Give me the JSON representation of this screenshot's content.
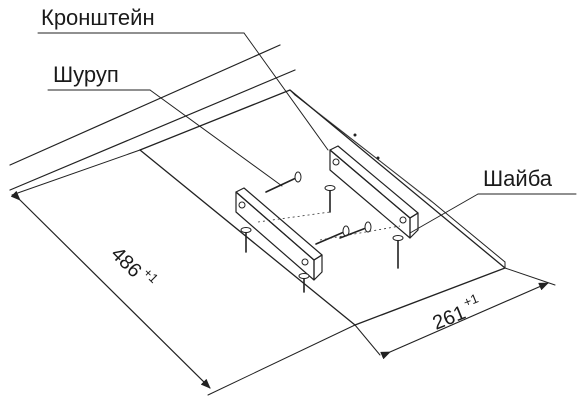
{
  "labels": {
    "bracket": "Кронштейн",
    "screw": "Шуруп",
    "washer": "Шайба"
  },
  "dimensions": {
    "length": {
      "value": "486",
      "tolerance": "+1"
    },
    "width": {
      "value": "261",
      "tolerance": "+1"
    }
  }
}
